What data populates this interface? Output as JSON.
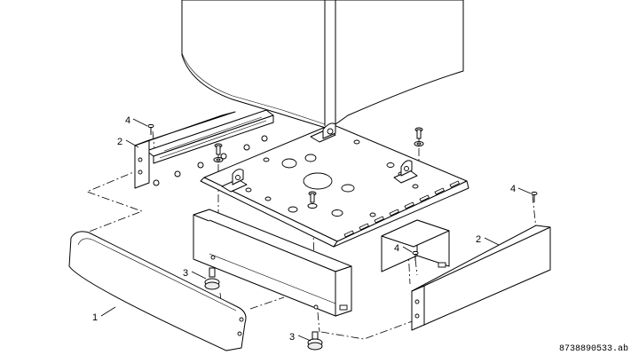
{
  "drawing": {
    "callouts": [
      {
        "id": "c1",
        "text": "1"
      },
      {
        "id": "c2a",
        "text": "2"
      },
      {
        "id": "c2b",
        "text": "2"
      },
      {
        "id": "c3a",
        "text": "3"
      },
      {
        "id": "c3b",
        "text": "3"
      },
      {
        "id": "c4a",
        "text": "4"
      },
      {
        "id": "c4b",
        "text": "4"
      },
      {
        "id": "c4c",
        "text": "4"
      }
    ],
    "reference_code": "8738890533.ab"
  }
}
